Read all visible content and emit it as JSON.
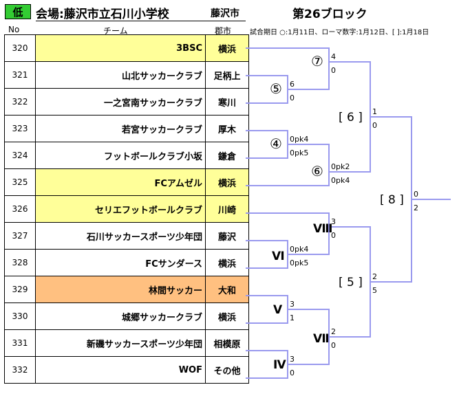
{
  "header": {
    "badge": "低",
    "venue": "会場:藤沢市立石川小学校",
    "city": "藤沢市",
    "block": "第26ブロック",
    "col_no": "No",
    "col_team": "チーム",
    "col_area": "郡市",
    "note": "試合期日 ○:1月11日、ローマ数字:1月12日、[ ]:1月18日"
  },
  "teams": [
    {
      "no": "320",
      "name": "3BSC",
      "area": "横浜",
      "hl": "yellow"
    },
    {
      "no": "321",
      "name": "山北サッカークラブ",
      "area": "足柄上",
      "hl": ""
    },
    {
      "no": "322",
      "name": "一之宮南サッカークラブ",
      "area": "寒川",
      "hl": ""
    },
    {
      "no": "323",
      "name": "若宮サッカークラブ",
      "area": "厚木",
      "hl": ""
    },
    {
      "no": "324",
      "name": "フットボールクラブ小坂",
      "area": "鎌倉",
      "hl": ""
    },
    {
      "no": "325",
      "name": "FCアムゼル",
      "area": "横浜",
      "hl": "yellow"
    },
    {
      "no": "326",
      "name": "セリエフットボールクラブ",
      "area": "川崎",
      "hl": "yellow"
    },
    {
      "no": "327",
      "name": "石川サッカースポーツ少年団",
      "area": "藤沢",
      "hl": ""
    },
    {
      "no": "328",
      "name": "FCサンダース",
      "area": "横浜",
      "hl": ""
    },
    {
      "no": "329",
      "name": "林間サッカー",
      "area": "大和",
      "hl": "orange"
    },
    {
      "no": "330",
      "name": "城郷サッカークラブ",
      "area": "横浜",
      "hl": ""
    },
    {
      "no": "331",
      "name": "新磯サッカースポーツ少年団",
      "area": "相模原",
      "hl": ""
    },
    {
      "no": "332",
      "name": "WOF",
      "area": "その他",
      "hl": ""
    }
  ],
  "bracket": {
    "labels": {
      "m7": "⑦",
      "m5": "⑤",
      "m4": "④",
      "m6": "⑥",
      "r8": "Ⅷ",
      "r6": "Ⅵ",
      "r5": "Ⅴ",
      "r7": "Ⅶ",
      "r4": "Ⅳ",
      "b6": "[ 6 ]",
      "b5": "[ 5 ]",
      "b8": "[ 8 ]"
    },
    "scores": {
      "m5_top": "6",
      "m5_bot": "0",
      "m7_top": "4",
      "m7_bot": "0",
      "m4_top": "0pk4",
      "m4_bot": "0pk5",
      "m6_top": "0pk2",
      "m6_bot": "0pk4",
      "b6_top": "1",
      "b6_bot": "0",
      "r8_top": "3",
      "r8_bot": "0",
      "r6_top": "0pk4",
      "r6_bot": "0pk5",
      "r5_top": "3",
      "r5_bot": "1",
      "r7_top": "2",
      "r7_bot": "0",
      "r4_top": "3",
      "r4_bot": "0",
      "b5_top": "2",
      "b5_bot": "5",
      "b8_top": "0",
      "b8_bot": "2"
    },
    "line_color": "#9999ee"
  }
}
